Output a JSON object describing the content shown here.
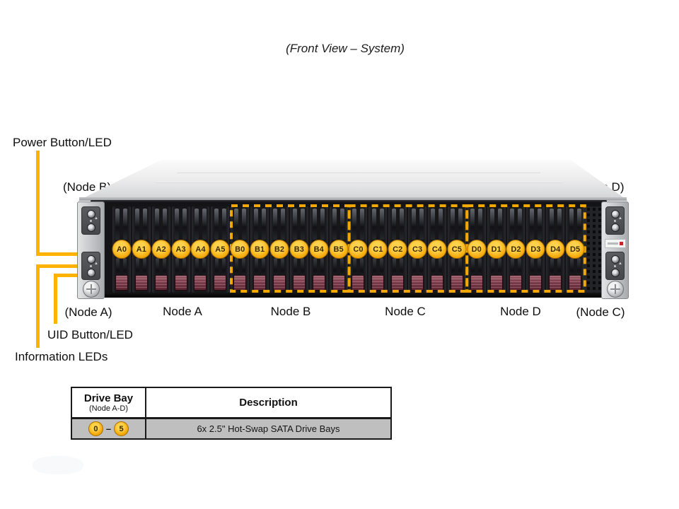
{
  "title": "(Front View – System)",
  "callouts": {
    "power": "Power Button/LED",
    "uid": "UID Button/LED",
    "info": "Information LEDs"
  },
  "corner_labels": {
    "top_left": "(Node B)",
    "top_right": "(Node D)",
    "bottom_left": "(Node A)",
    "bottom_right": "(Node C)"
  },
  "node_captions": [
    "Node A",
    "Node B",
    "Node C",
    "Node D"
  ],
  "chassis": {
    "drive_labels": [
      "A0",
      "A1",
      "A2",
      "A3",
      "A4",
      "A5",
      "B0",
      "B1",
      "B2",
      "B3",
      "B4",
      "B5",
      "C0",
      "C1",
      "C2",
      "C3",
      "C4",
      "C5",
      "D0",
      "D1",
      "D2",
      "D3",
      "D4",
      "D5"
    ],
    "dashed_groups": [
      "Node B drives",
      "Node C drives",
      "Node D drives"
    ]
  },
  "colors": {
    "callout_line": "#FFB300",
    "badge_yellow": "#F6AD0F",
    "dashed_box": "#F2A800",
    "latch_maroon": "#7C3B4A",
    "table_row_gray": "#BFBFBF"
  },
  "table": {
    "header": {
      "col1_title": "Drive Bay",
      "col1_sub": "(Node A-D)",
      "col2_title": "Description"
    },
    "row": {
      "bay_start": "0",
      "range_dash": "–",
      "bay_end": "5",
      "description": "6x 2.5\" Hot-Swap SATA Drive Bays"
    }
  }
}
